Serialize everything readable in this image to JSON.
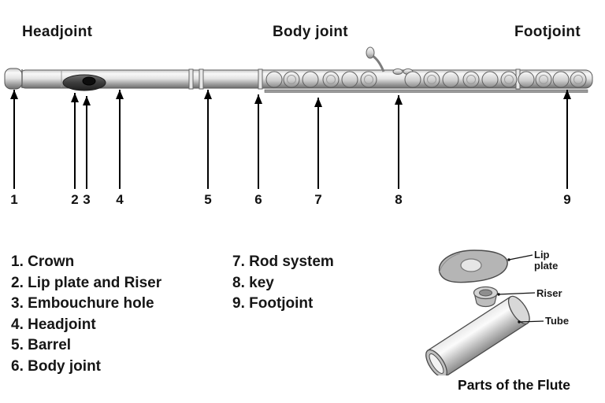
{
  "diagram": {
    "section_labels": {
      "headjoint": "Headjoint",
      "body_joint": "Body joint",
      "footjoint": "Footjoint"
    },
    "callout_numbers": [
      "1",
      "2",
      "3",
      "4",
      "5",
      "6",
      "7",
      "8",
      "9"
    ],
    "legend": {
      "column1": [
        "1. Crown",
        "2. Lip plate and Riser",
        "3. Embouchure hole",
        "4. Headjoint",
        "5. Barrel",
        "6. Body joint"
      ],
      "column2": [
        "7. Rod system",
        "8. key",
        "9. Footjoint"
      ]
    },
    "inset": {
      "label_lip_plate": "Lip plate",
      "label_riser": "Riser",
      "label_tube": "Tube",
      "caption": "Parts of the Flute"
    },
    "colors": {
      "background": "#ffffff",
      "text": "#1c1c1c",
      "arrow": "#000000",
      "silver_light": "#f4f4f4",
      "silver_dark": "#6f6f6f"
    }
  }
}
